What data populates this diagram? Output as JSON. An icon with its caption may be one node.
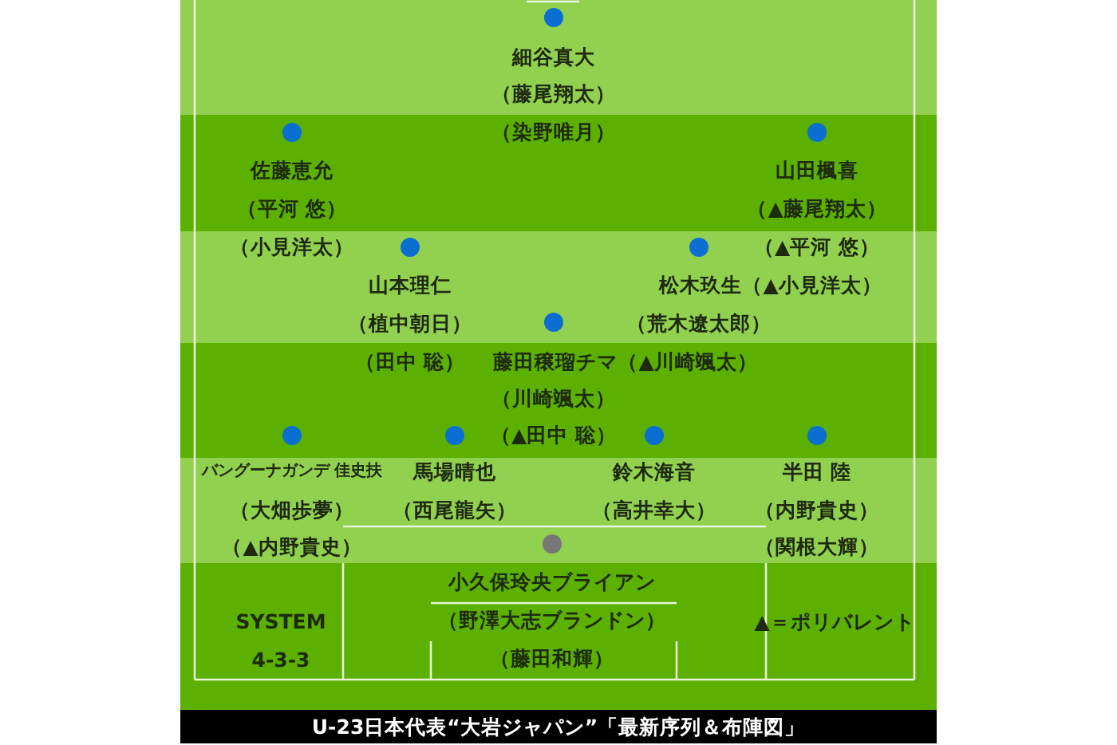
{
  "diagram": {
    "caption": "U-23日本代表“大岩ジャパン”「最新序列＆布陣図」",
    "nodes": [
      {
        "text": [],
        "shape": "circle",
        "beside": [
          "細谷真大",
          "（藤尾翔太）",
          "（染野唯月）"
        ]
      },
      {
        "text": [],
        "shape": "circle",
        "beside": [
          "佐藤恵允",
          "（平河 悠）",
          "（小見洋太）"
        ]
      },
      {
        "text": [],
        "shape": "circle",
        "beside": [
          "山田楓喜",
          "（▲藤尾翔太）",
          "（▲平河 悠）"
        ]
      },
      {
        "text": [],
        "shape": "circle",
        "beside": [
          "山本理仁",
          "（植中朝日）",
          "（田中 聡）"
        ]
      },
      {
        "text": [],
        "shape": "circle",
        "beside": [
          "松木玖生（▲小見洋太）",
          "（荒木遼太郎）"
        ]
      },
      {
        "text": [],
        "shape": "circle",
        "beside": [
          "藤田穣瑠チマ（▲川崎颯太）",
          "（川崎颯太）",
          "（▲田中 聡）"
        ]
      },
      {
        "text": [],
        "shape": "circle",
        "beside": [
          "バングーナガンデ 佳史扶",
          "（大畑歩夢）",
          "（▲内野貴史）"
        ]
      },
      {
        "text": [],
        "shape": "circle",
        "beside": [
          "馬場晴也",
          "（西尾龍矢）"
        ]
      },
      {
        "text": [],
        "shape": "circle",
        "beside": [
          "鈴木海音",
          "（高井幸大）"
        ]
      },
      {
        "text": [],
        "shape": "circle",
        "beside": [
          "半田 陸",
          "（内野貴史）",
          "（関根大輝）"
        ]
      },
      {
        "text": [],
        "shape": "circle",
        "beside": [
          "小久保玲央ブライアン",
          "（野澤大志ブランドン）",
          "（藤田和輝）"
        ]
      }
    ],
    "labels": [
      "SYSTEM",
      "4-3-3",
      "▲＝ポリバレント"
    ]
  }
}
